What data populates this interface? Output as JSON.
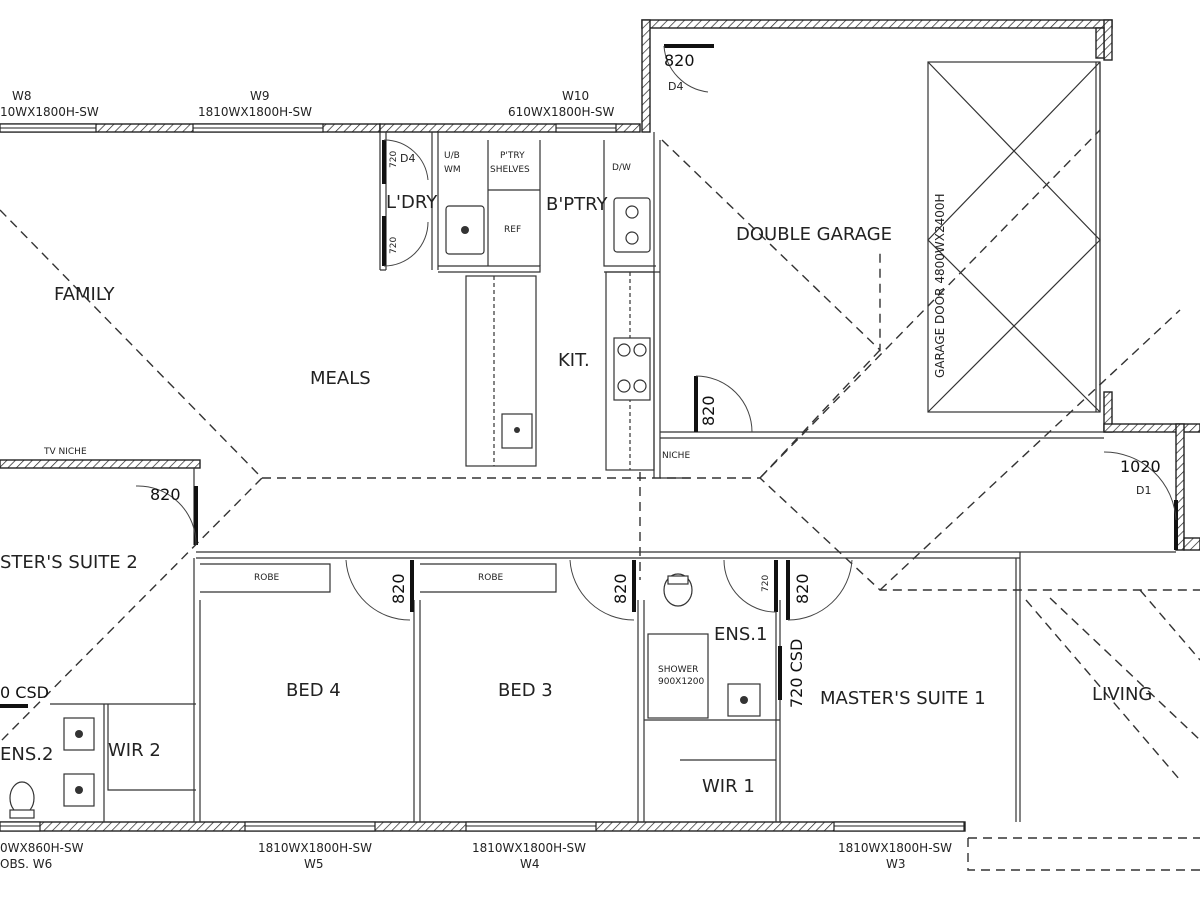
{
  "rooms": {
    "family": "FAMILY",
    "meals": "MEALS",
    "kitchen": "KIT.",
    "laundry": "L'DRY",
    "butlers_pantry": "B'PTRY",
    "double_garage": "DOUBLE GARAGE",
    "masters_suite_2": "STER'S SUITE 2",
    "bed_4": "BED 4",
    "bed_3": "BED 3",
    "ens_1": "ENS.1",
    "masters_suite_1": "MASTER'S SUITE 1",
    "living": "LIVING",
    "ens_2": "ENS.2",
    "wir_2": "WIR 2",
    "wir_1": "WIR 1"
  },
  "fixtures": {
    "ub_wm": [
      "U/B",
      "WM"
    ],
    "pantry_shelves": [
      "P'TRY",
      "SHELVES"
    ],
    "ref": "REF",
    "dw": "D/W",
    "tv_niche": "TV NICHE",
    "niche": "NICHE",
    "robe_1": "ROBE",
    "robe_2": "ROBE",
    "shower": [
      "SHOWER",
      "900X1200"
    ]
  },
  "windows": {
    "w8": {
      "id": "W8",
      "size": "10WX1800H-SW"
    },
    "w9": {
      "id": "W9",
      "size": "1810WX1800H-SW"
    },
    "w10": {
      "id": "W10",
      "size": "610WX1800H-SW"
    },
    "w6": {
      "id": "OBS. W6",
      "size": "0WX860H-SW"
    },
    "w5": {
      "id": "W5",
      "size": "1810WX1800H-SW"
    },
    "w4": {
      "id": "W4",
      "size": "1810WX1800H-SW"
    },
    "w3": {
      "id": "W3",
      "size": "1810WX1800H-SW"
    },
    "garage_door": "GARAGE DOOR 4800WX2400H"
  },
  "doors": {
    "garage_d4_width": "820",
    "garage_d4_tag": "D4",
    "laundry_d4_tag": "D4",
    "laundry_720_a": "720",
    "laundry_720_b": "720",
    "garage_internal": "820",
    "entry_width": "1020",
    "entry_tag": "D1",
    "suite2_door": "820",
    "bed4_door": "820",
    "bed3_door": "820",
    "ens1_door": "720",
    "suite1_door": "820",
    "ens1_csd": "720 CSD",
    "ens2_csd": "0 CSD"
  }
}
